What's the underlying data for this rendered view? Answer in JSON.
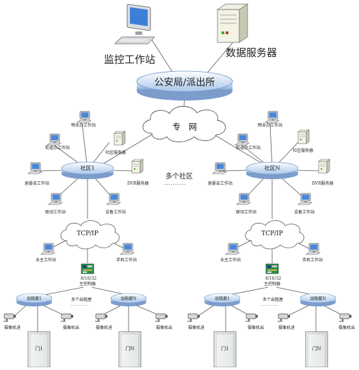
{
  "top": {
    "workstation": "监控工作站",
    "data_server": "数据服务器",
    "hub": "公安局/派出所",
    "cloud": "专 网"
  },
  "left": {
    "hub": "社区1",
    "stations": [
      "物业办工作站",
      "社区服务器",
      "街道办工作站",
      "居委会工作站",
      "DVR服务器",
      "联动工作站",
      "设备工作站"
    ],
    "cloud": "TCP/IP",
    "owner": "业主工作站",
    "phone": "手机工作站",
    "controller": [
      "8/16/32",
      "主控制器"
    ],
    "exit1": "出租屋1",
    "exitN": "出租屋N",
    "multi_exit": "多个出租屋",
    "cam": [
      "摄像机进",
      "摄像机出",
      "摄像机进",
      "摄像机出"
    ],
    "doors": [
      "门1",
      "门N"
    ]
  },
  "middle": {
    "multi": "多个社区"
  },
  "right": {
    "hub": "社区N",
    "stations": [
      "物业办工作站",
      "社区服务器",
      "街道办工作站",
      "居委会工作站",
      "DVR服务器",
      "联动工作站",
      "设备工作站"
    ],
    "cloud": "TCP/IP",
    "owner": "业主工作站",
    "phone": "手机工作站",
    "controller": [
      "8/16/32",
      "主控制器"
    ],
    "exit1": "出租屋1",
    "exitN": "出租屋N",
    "multi_exit": "多个出租屋",
    "cam": [
      "摄像机进",
      "摄像机出",
      "摄像机进",
      "摄像机出"
    ],
    "doors": [
      "门1",
      "门N"
    ]
  },
  "colors": {
    "hub_fill": "#b9d3f0",
    "hub_edge": "#6f93c6",
    "line": "#555555",
    "cloud_edge": "#555555",
    "monitor": "#4a86d6",
    "board": "#2a8f4a"
  }
}
